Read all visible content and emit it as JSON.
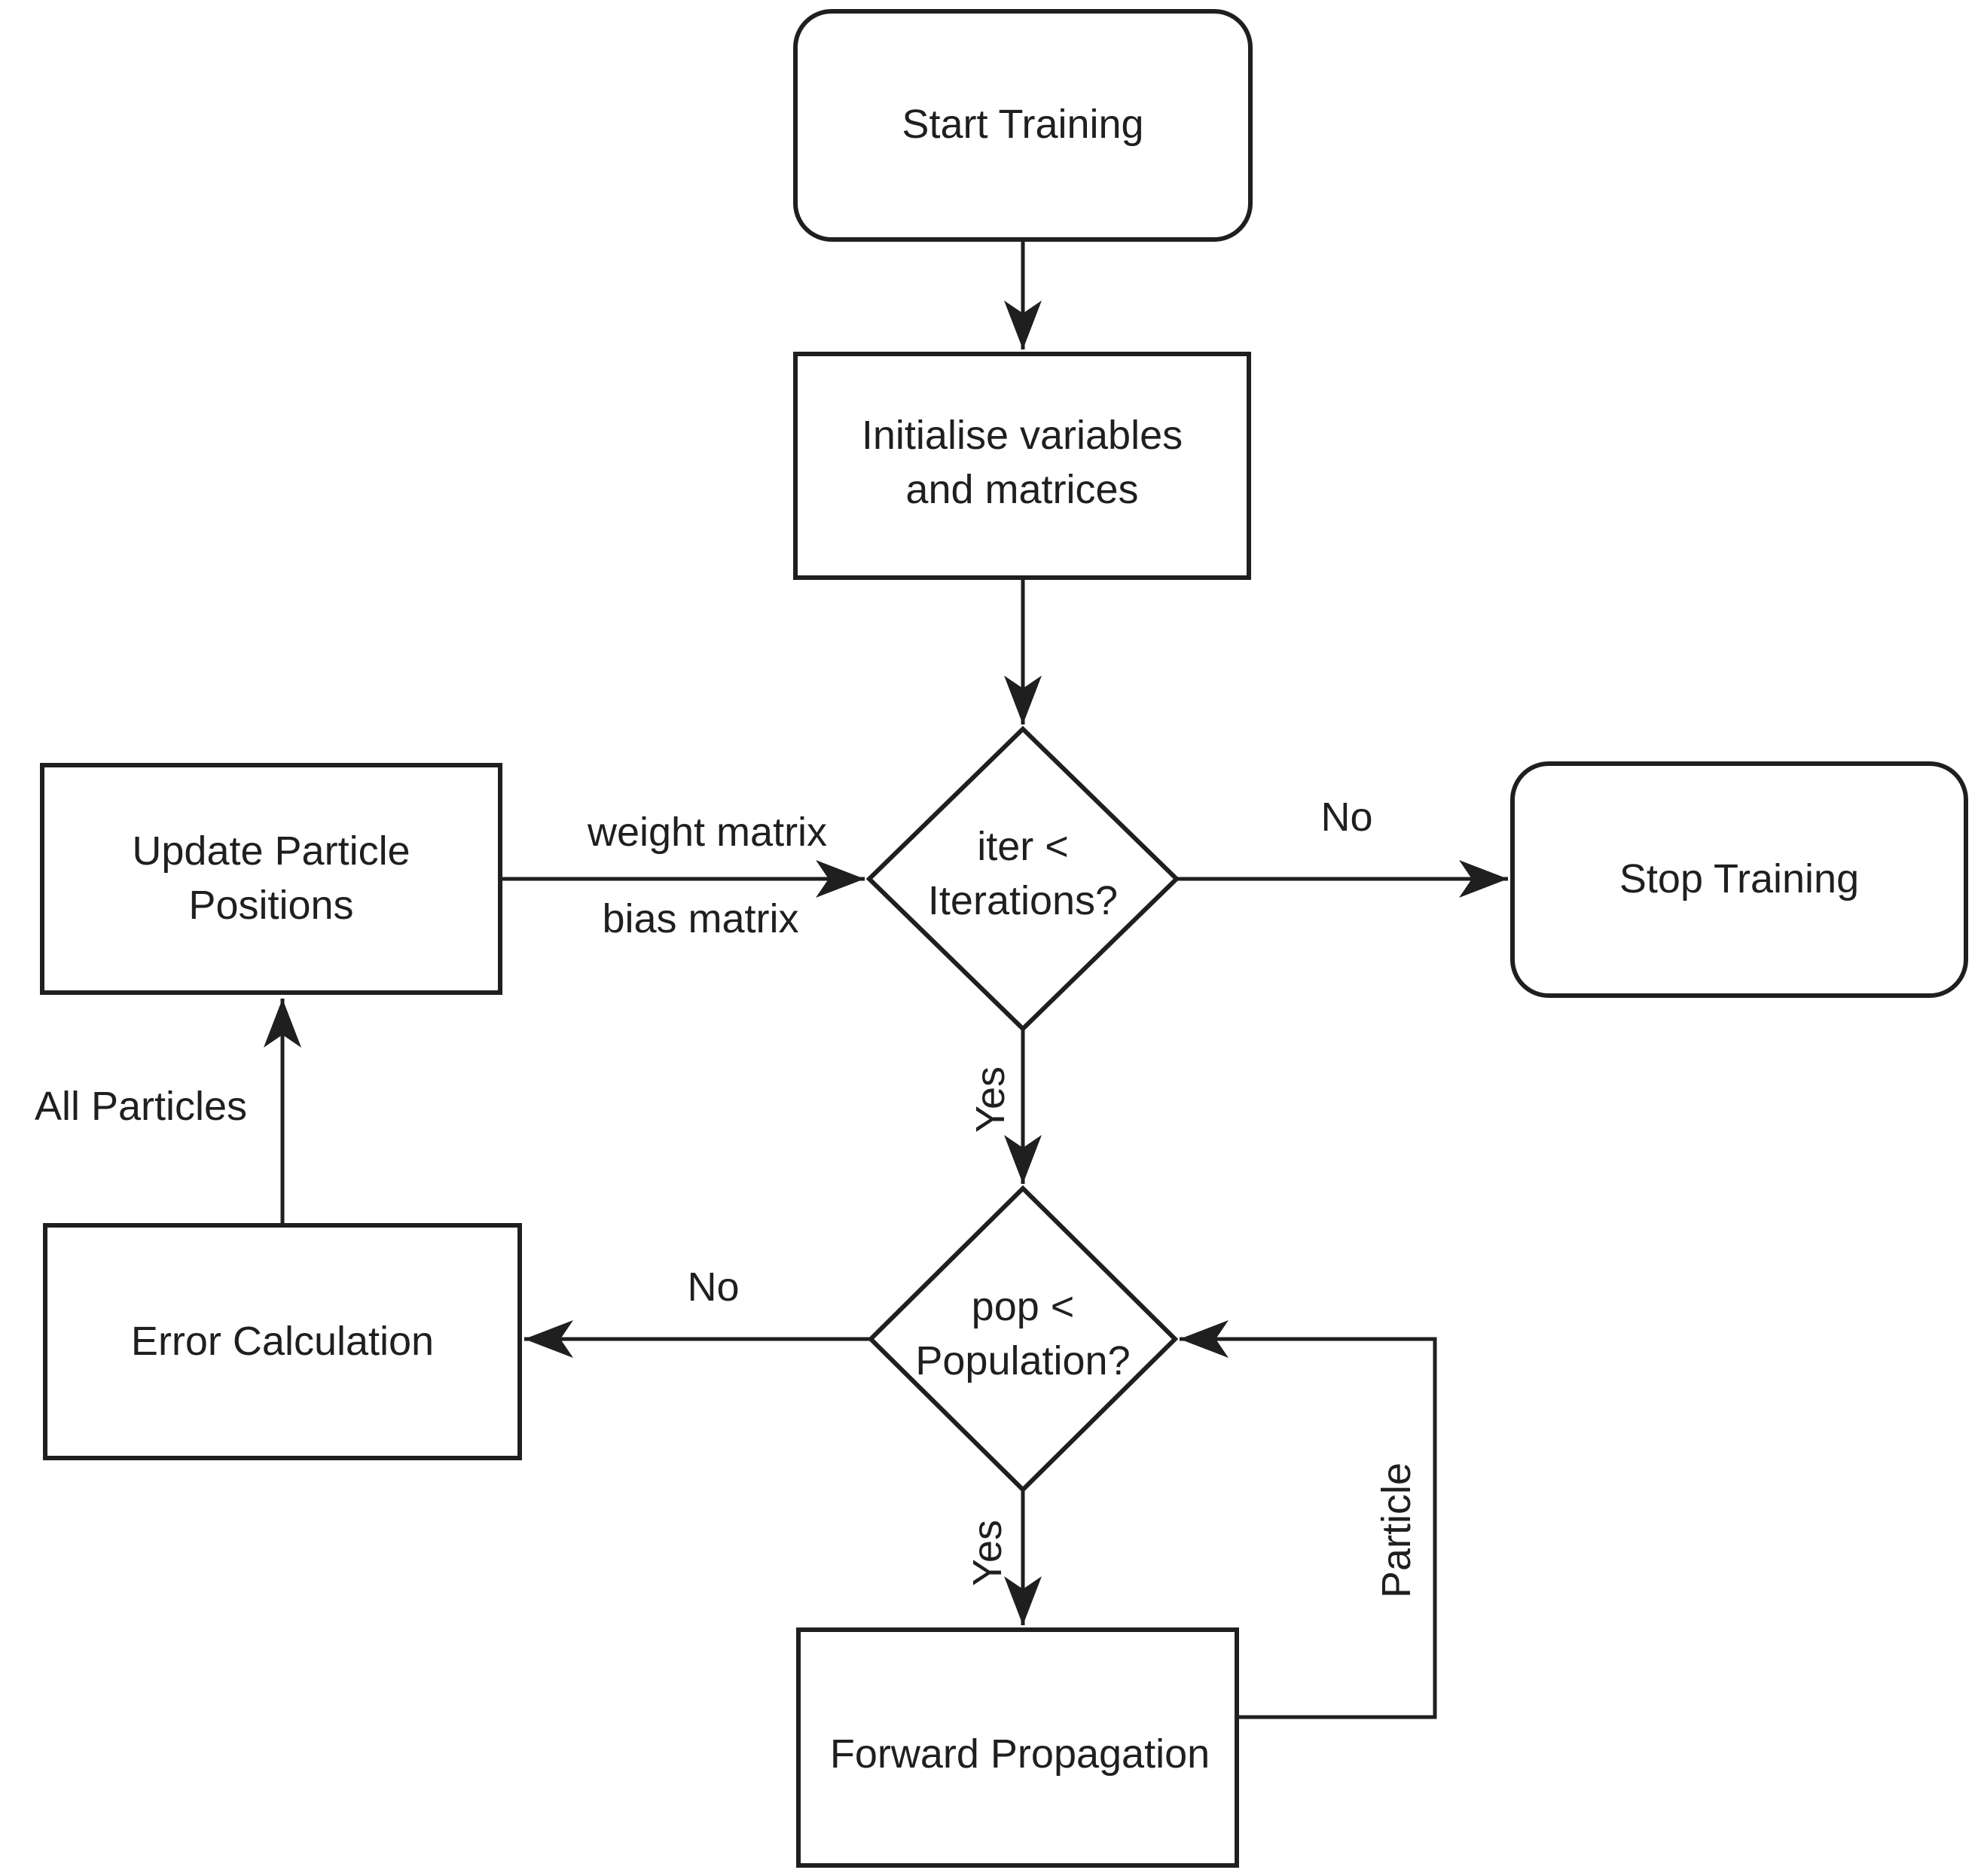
{
  "diagram_type": "flowchart",
  "colors": {
    "background": "#ffffff",
    "stroke": "#1f1f1f",
    "text": "#1f1f1f"
  },
  "nodes": {
    "start": {
      "label": "Start Training"
    },
    "init": {
      "label": "Initialise variables\nand matrices"
    },
    "iter_decision": {
      "label": "iter <\nIterations?"
    },
    "stop": {
      "label": "Stop Training"
    },
    "update_particles": {
      "label": "Update Particle\nPositions"
    },
    "error_calc": {
      "label": "Error Calculation"
    },
    "pop_decision": {
      "label": "pop <\nPopulation?"
    },
    "forward_prop": {
      "label": "Forward Propagation"
    }
  },
  "edge_labels": {
    "iter_no": "No",
    "iter_yes": "Yes",
    "weight_matrix": "weight matrix",
    "bias_matrix": "bias matrix",
    "pop_no": "No",
    "pop_yes": "Yes",
    "all_particles": "All Particles",
    "particle": "Particle"
  }
}
